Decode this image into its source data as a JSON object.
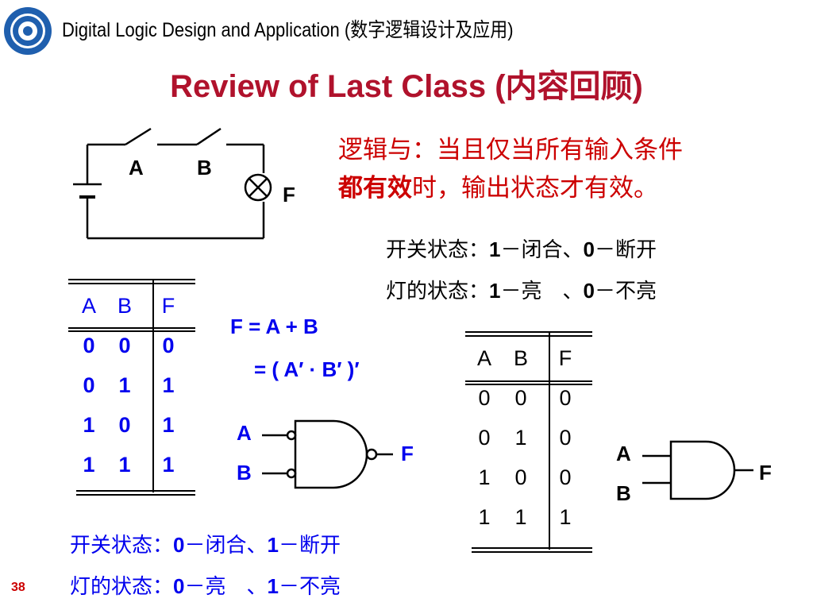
{
  "header": {
    "course_title": "Digital Logic Design and Application (数字逻辑设计及应用)",
    "slide_title": "Review of Last Class (内容回顾)"
  },
  "circuit": {
    "switch_a": "A",
    "switch_b": "B",
    "lamp": "F"
  },
  "definition": {
    "line1": "逻辑与：当且仅当所有输入条件",
    "line2_bold": "都有效",
    "line2_rest": "时，输出状态才有效。"
  },
  "and_convention": {
    "switch_prefix": "开关状态：",
    "switch_v1": "1",
    "switch_t1": "－闭合、",
    "switch_v2": "0",
    "switch_t2": "－断开",
    "lamp_prefix": "灯的状态：",
    "lamp_v1": "1",
    "lamp_t1": "－亮　、",
    "lamp_v2": "0",
    "lamp_t2": "－不亮"
  },
  "or_convention": {
    "switch_prefix": "开关状态：",
    "switch_v1": "0",
    "switch_t1": "－闭合、",
    "switch_v2": "1",
    "switch_t2": "－断开",
    "lamp_prefix": "灯的状态：",
    "lamp_v1": "0",
    "lamp_t1": "－亮　、",
    "lamp_v2": "1",
    "lamp_t2": "－不亮"
  },
  "formula": {
    "line1": "F = A + B",
    "line2": "= ( A′ · B′ )′"
  },
  "or_truth_table": {
    "headers": [
      "A",
      "B",
      "F"
    ],
    "rows": [
      [
        "0",
        "0",
        "0"
      ],
      [
        "0",
        "1",
        "1"
      ],
      [
        "1",
        "0",
        "1"
      ],
      [
        "1",
        "1",
        "1"
      ]
    ]
  },
  "and_truth_table": {
    "headers": [
      "A",
      "B",
      "F"
    ],
    "rows": [
      [
        "0",
        "0",
        "0"
      ],
      [
        "0",
        "1",
        "0"
      ],
      [
        "1",
        "0",
        "0"
      ],
      [
        "1",
        "1",
        "1"
      ]
    ]
  },
  "nand_gate": {
    "input_a": "A",
    "input_b": "B",
    "output": "F"
  },
  "and_gate": {
    "input_a": "A",
    "input_b": "B",
    "output": "F"
  },
  "page_number": "38",
  "colors": {
    "title_red": "#b0122c",
    "text_red": "#cc0000",
    "blue": "#0000ee"
  }
}
